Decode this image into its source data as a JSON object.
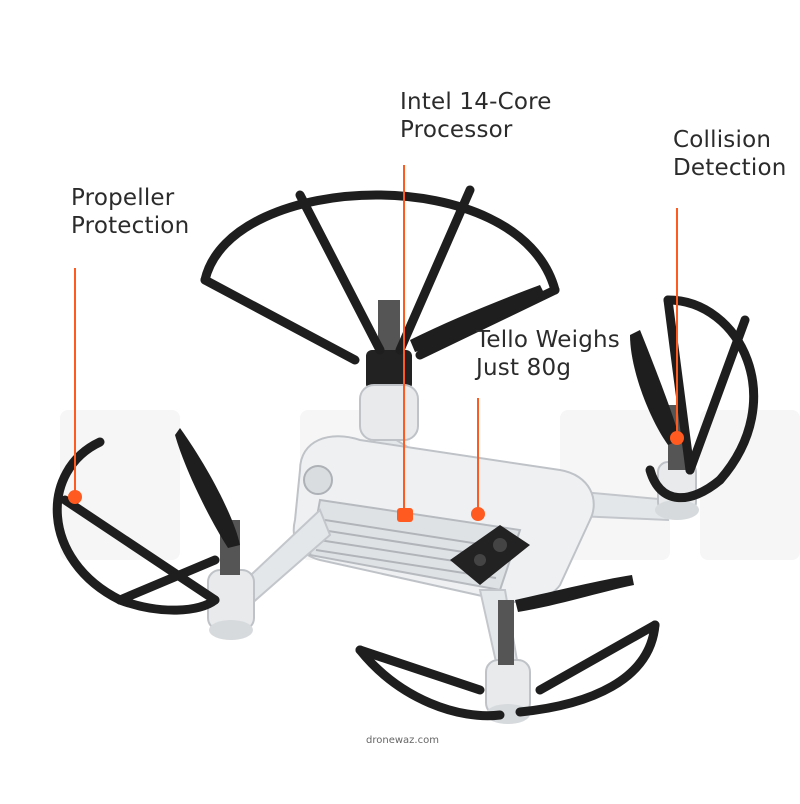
{
  "callouts": {
    "propeller": {
      "line1": "Propeller",
      "line2": "Protection"
    },
    "processor": {
      "line1": "Intel 14-Core",
      "line2": "Processor"
    },
    "collision": {
      "line1": "Collision",
      "line2": "Detection"
    },
    "weight": {
      "line1": "Tello Weighs",
      "line2": "Just 80g"
    }
  },
  "credit": "dronewaz.com",
  "colors": {
    "accent": "#ff5a1f",
    "frame": "#1e1e1e",
    "body": "#e9ecef",
    "background": "#ffffff"
  }
}
